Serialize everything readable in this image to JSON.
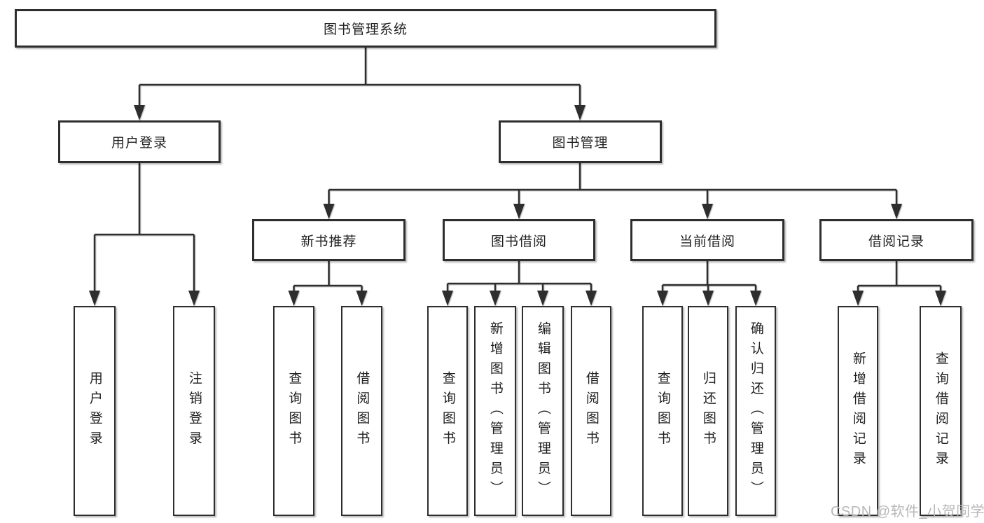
{
  "diagram": {
    "root": {
      "label": "图书管理系统"
    },
    "branches": [
      {
        "label": "用户登录",
        "children": [
          {
            "label": "用户登录"
          },
          {
            "label": "注销登录"
          }
        ]
      },
      {
        "label": "图书管理",
        "children": [
          {
            "label": "新书推荐",
            "children": [
              {
                "label": "查询图书"
              },
              {
                "label": "借阅图书"
              }
            ]
          },
          {
            "label": "图书借阅",
            "children": [
              {
                "label": "查询图书"
              },
              {
                "label": "新增图书（管理员）"
              },
              {
                "label": "编辑图书（管理员）"
              },
              {
                "label": "借阅图书"
              }
            ]
          },
          {
            "label": "当前借阅",
            "children": [
              {
                "label": "查询图书"
              },
              {
                "label": "归还图书"
              },
              {
                "label": "确认归还（管理员）"
              }
            ]
          },
          {
            "label": "借阅记录",
            "children": [
              {
                "label": "新增借阅记录"
              },
              {
                "label": "查询借阅记录"
              }
            ]
          }
        ]
      }
    ]
  },
  "watermark": {
    "text": "CSDN @软件_小贺同学",
    "color": "#b8b8b8"
  },
  "colors": {
    "background": "#ffffff",
    "line": "#2e2e2e",
    "box_border": "#2e2e2e",
    "box_fill": "#ffffff",
    "text": "#1f1f1f"
  }
}
